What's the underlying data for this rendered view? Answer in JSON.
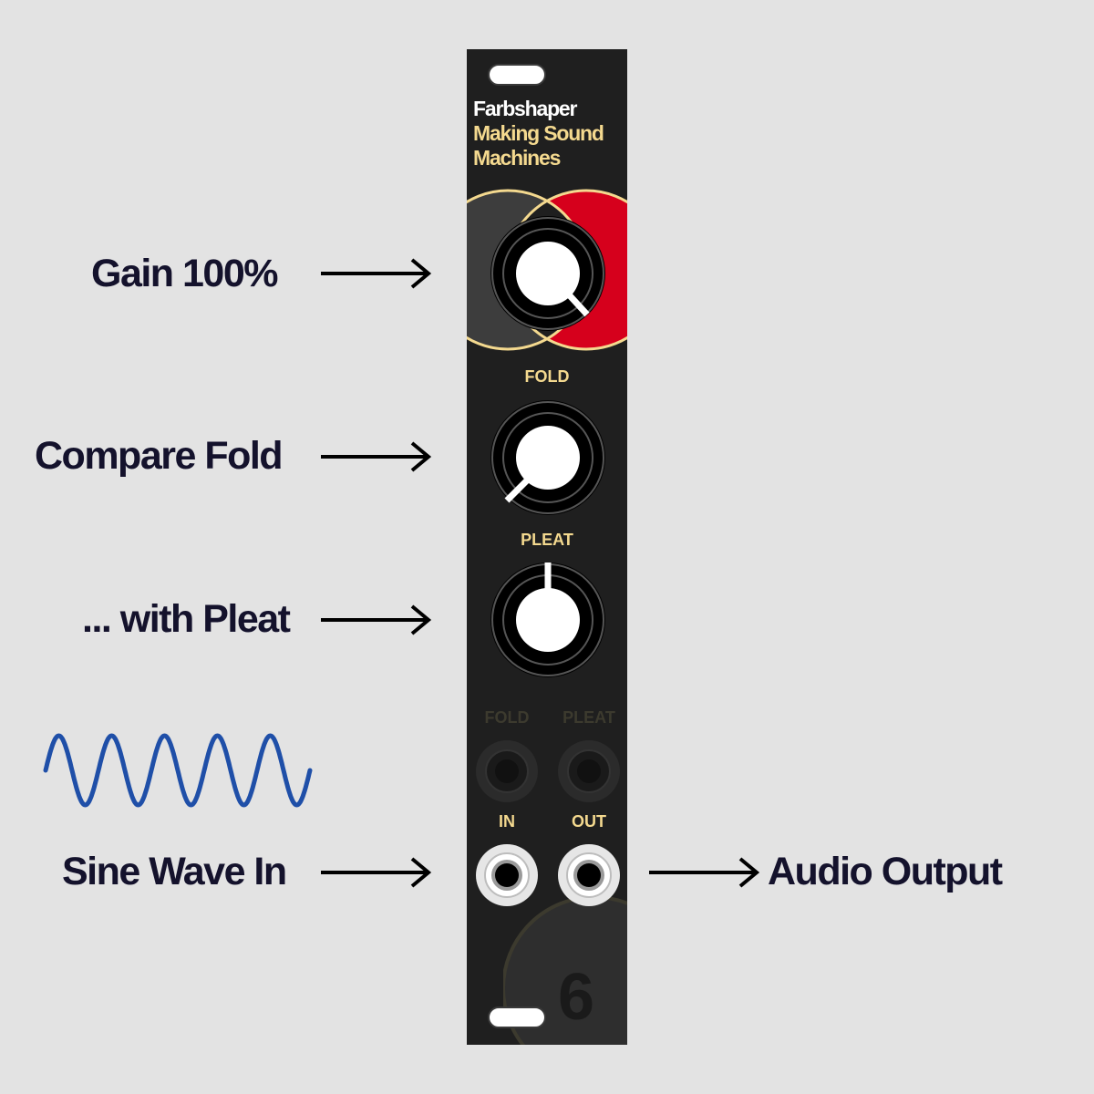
{
  "panel": {
    "brand_line1": "Farbshaper",
    "brand_line2": "Making Sound",
    "brand_line3": "Machines",
    "labels": {
      "fold": "FOLD",
      "pleat": "PLEAT",
      "cv_fold": "FOLD",
      "cv_pleat": "PLEAT",
      "in": "IN",
      "out": "OUT"
    },
    "badge_number": "6",
    "colors": {
      "panel": "#1f1f1f",
      "accent_gold": "#f4d98f",
      "accent_red": "#d6001c",
      "accent_gray": "#3d3d3d",
      "cv_label": "#3c3a2e"
    }
  },
  "annotations": {
    "gain": "Gain 100%",
    "fold": "Compare Fold",
    "pleat": "... with Pleat",
    "input": "Sine Wave In",
    "output": "Audio Output"
  },
  "sine_wave": {
    "color": "#1f4fa8",
    "cycles": 5
  },
  "icons": [
    "arrow-right-icon",
    "sine-wave-icon",
    "knob-icon",
    "jack-icon"
  ]
}
